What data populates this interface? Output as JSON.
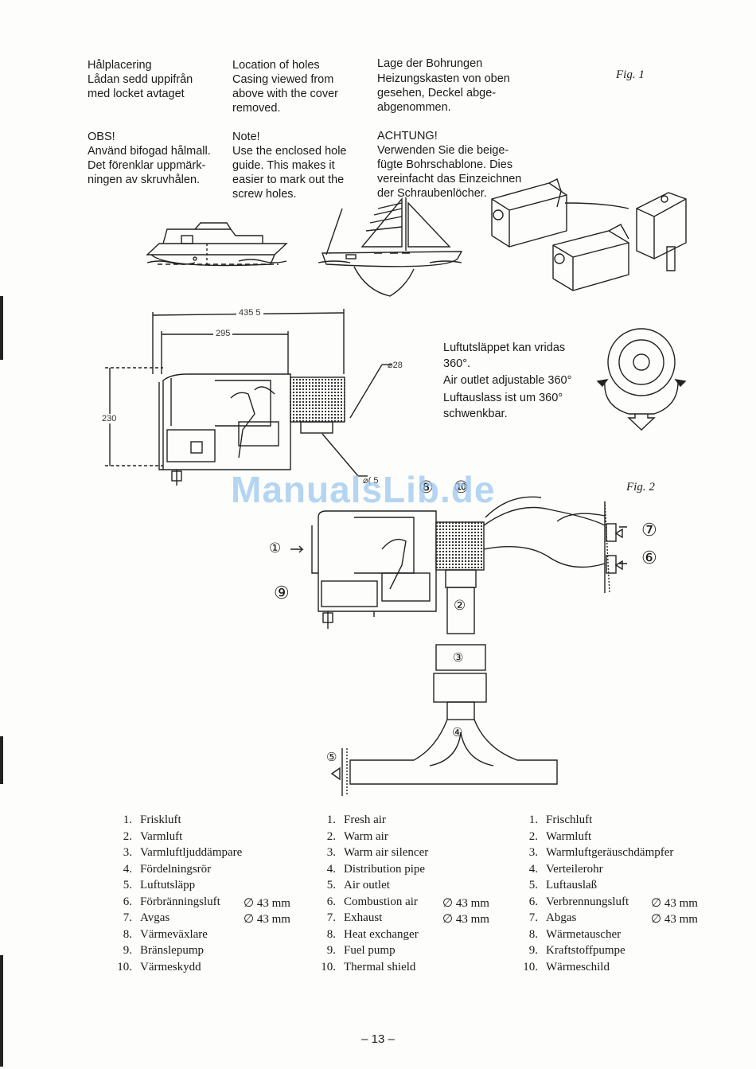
{
  "header": {
    "swedish": {
      "title": "Hålplacering",
      "body": "Lådan sedd uppifrån\nmed locket avtaget",
      "note_title": "OBS!",
      "note_body": "Använd bifogad hålmall.\nDet förenklar uppmärk-\nningen av skruvhålen."
    },
    "english": {
      "title": "Location of holes",
      "body": "Casing viewed from\nabove with the cover\nremoved.",
      "note_title": "Note!",
      "note_body": "Use the enclosed hole\nguide. This makes it\neasier to mark out the\nscrew holes."
    },
    "german": {
      "title": "Lage der Bohrungen",
      "body": "Heizungskasten von oben\ngesehen, Deckel abge-\nabgenommen.",
      "note_title": "ACHTUNG!",
      "note_body": "Verwenden Sie die beige-\nfügte Bohrschablone. Dies\nvereinfacht das Einzeichnen\nder Schraubenlöcher."
    }
  },
  "figures": {
    "fig1": "Fig. 1",
    "fig2": "Fig. 2"
  },
  "dimensions": {
    "overall_width": "435 5",
    "inner_width": "295",
    "height": "230",
    "outlet_diameter": "⌀28",
    "small_diameter": "⌀( 5"
  },
  "outlet_note": {
    "swedish": "Luftutsläppet kan vridas\n360°.",
    "english": "Air outlet adjustable 360°",
    "german": "Luftauslass ist um 360°\nschwenkbar."
  },
  "callouts": [
    "①",
    "②",
    "③",
    "④",
    "⑤",
    "⑥",
    "⑦",
    "⑧",
    "⑨",
    "⑩"
  ],
  "legend": {
    "swedish": [
      {
        "n": "1.",
        "label": "Friskluft",
        "dim": ""
      },
      {
        "n": "2.",
        "label": "Varmluft",
        "dim": ""
      },
      {
        "n": "3.",
        "label": "Varmluftljuddämpare",
        "dim": ""
      },
      {
        "n": "4.",
        "label": "Fördelningsrör",
        "dim": ""
      },
      {
        "n": "5.",
        "label": "Luftutsläpp",
        "dim": ""
      },
      {
        "n": "6.",
        "label": "Förbränningsluft",
        "dim": "∅ 43 mm"
      },
      {
        "n": "7.",
        "label": "Avgas",
        "dim": "∅ 43 mm"
      },
      {
        "n": "8.",
        "label": "Värmeväxlare",
        "dim": ""
      },
      {
        "n": "9.",
        "label": "Bränslepump",
        "dim": ""
      },
      {
        "n": "10.",
        "label": "Värmeskydd",
        "dim": ""
      }
    ],
    "english": [
      {
        "n": "1.",
        "label": "Fresh air",
        "dim": ""
      },
      {
        "n": "2.",
        "label": "Warm air",
        "dim": ""
      },
      {
        "n": "3.",
        "label": "Warm air silencer",
        "dim": ""
      },
      {
        "n": "4.",
        "label": "Distribution pipe",
        "dim": ""
      },
      {
        "n": "5.",
        "label": "Air outlet",
        "dim": ""
      },
      {
        "n": "6.",
        "label": "Combustion air",
        "dim": "∅ 43 mm"
      },
      {
        "n": "7.",
        "label": "Exhaust",
        "dim": "∅ 43 mm"
      },
      {
        "n": "8.",
        "label": "Heat exchanger",
        "dim": ""
      },
      {
        "n": "9.",
        "label": "Fuel pump",
        "dim": ""
      },
      {
        "n": "10.",
        "label": "Thermal shield",
        "dim": ""
      }
    ],
    "german": [
      {
        "n": "1.",
        "label": "Frischluft",
        "dim": ""
      },
      {
        "n": "2.",
        "label": "Warmluft",
        "dim": ""
      },
      {
        "n": "3.",
        "label": "Warmluftgeräuschdämpfer",
        "dim": ""
      },
      {
        "n": "4.",
        "label": "Verteilerohr",
        "dim": ""
      },
      {
        "n": "5.",
        "label": "Luftauslaß",
        "dim": ""
      },
      {
        "n": "6.",
        "label": "Verbrennungsluft",
        "dim": "∅ 43 mm"
      },
      {
        "n": "7.",
        "label": "Abgas",
        "dim": "∅ 43 mm"
      },
      {
        "n": "8.",
        "label": "Wärmetauscher",
        "dim": ""
      },
      {
        "n": "9.",
        "label": "Kraftstoffpumpe",
        "dim": ""
      },
      {
        "n": "10.",
        "label": "Wärmeschild",
        "dim": ""
      }
    ]
  },
  "page_number": "– 13 –",
  "watermark": "ManualsLib.de"
}
